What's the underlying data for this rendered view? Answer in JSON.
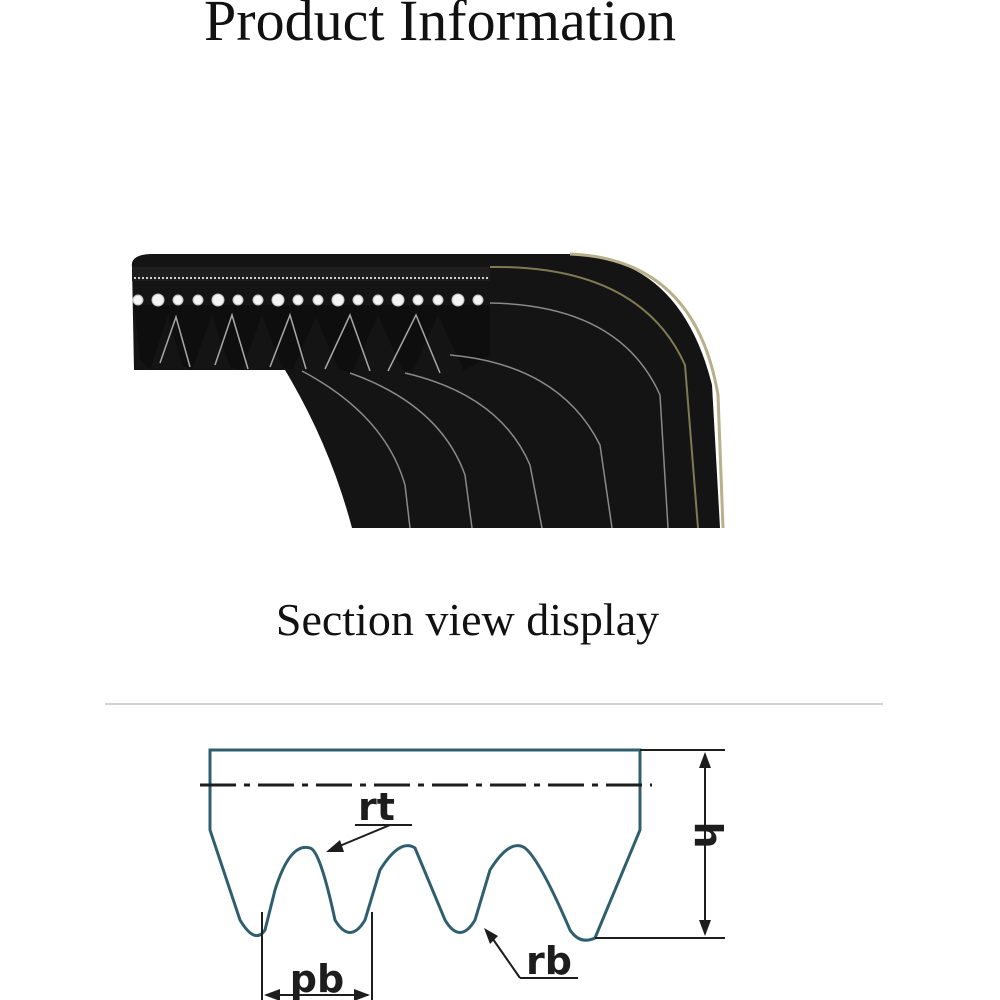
{
  "page": {
    "title": "Product Information",
    "section_caption": "Section view display"
  },
  "diagram": {
    "labels": {
      "rt": "rt",
      "rb": "rb",
      "pb": "pb",
      "h": "h"
    },
    "colors": {
      "belt_body": "#141414",
      "profile_outline": "#2f5f6e",
      "dimension_lines": "#1d1d1d",
      "divider": "#d2d2d2"
    }
  }
}
